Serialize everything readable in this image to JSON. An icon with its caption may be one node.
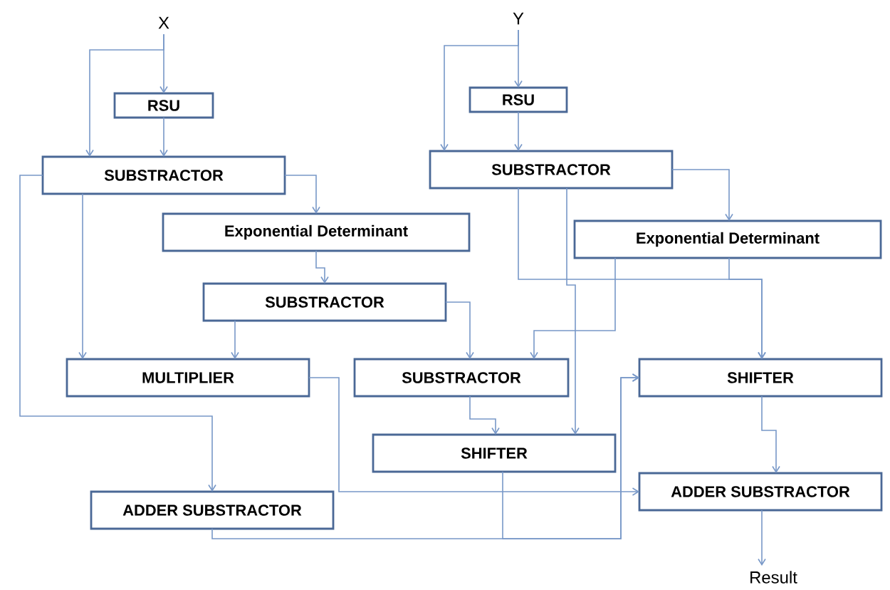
{
  "diagram": {
    "nodes": [
      {
        "text": [
          "X"
        ]
      },
      {
        "text": [
          "RSU"
        ]
      },
      {
        "text": [
          "SUBSTRACTOR"
        ]
      },
      {
        "text": [
          "Exponential Determinant"
        ]
      },
      {
        "text": [
          "SUBSTRACTOR"
        ]
      },
      {
        "text": [
          "MULTIPLIER"
        ]
      },
      {
        "text": [
          "ADDER SUBSTRACTOR"
        ]
      },
      {
        "text": [
          "Y"
        ]
      },
      {
        "text": [
          "RSU"
        ]
      },
      {
        "text": [
          "SUBSTRACTOR"
        ]
      },
      {
        "text": [
          "Exponential Determinant"
        ]
      },
      {
        "text": [
          "SUBSTRACTOR"
        ]
      },
      {
        "text": [
          "SHIFTER"
        ]
      },
      {
        "text": [
          "SHIFTER"
        ]
      },
      {
        "text": [
          "ADDER SUBSTRACTOR"
        ]
      },
      {
        "text": [
          "Result"
        ]
      }
    ],
    "edges": [
      {
        "from": 0,
        "to": 1,
        "arrow": "to"
      },
      {
        "from": 0,
        "to": 2,
        "arrow": "to"
      },
      {
        "from": 1,
        "to": 2,
        "arrow": "to"
      },
      {
        "from": 2,
        "to": 3,
        "arrow": "to"
      },
      {
        "from": 2,
        "to": 5,
        "arrow": "to"
      },
      {
        "from": 2,
        "to": 6,
        "arrow": "to"
      },
      {
        "from": 3,
        "to": 4,
        "arrow": "to"
      },
      {
        "from": 4,
        "to": 5,
        "arrow": "to"
      },
      {
        "from": 5,
        "to": 14,
        "arrow": "to"
      },
      {
        "from": 6,
        "to": 13,
        "arrow": "to"
      },
      {
        "from": 12,
        "to": 13,
        "arrow": "to"
      },
      {
        "from": 7,
        "to": 8,
        "arrow": "to"
      },
      {
        "from": 7,
        "to": 9,
        "arrow": "to"
      },
      {
        "from": 8,
        "to": 9,
        "arrow": "to"
      },
      {
        "from": 9,
        "to": 10,
        "arrow": "to"
      },
      {
        "from": 9,
        "to": 13,
        "arrow": "to"
      },
      {
        "from": 10,
        "to": 13,
        "arrow": "to"
      },
      {
        "from": 9,
        "to": 12,
        "arrow": "to"
      },
      {
        "from": 10,
        "to": 11,
        "arrow": "to"
      },
      {
        "from": 4,
        "to": 11,
        "arrow": "to"
      },
      {
        "from": 11,
        "to": 12,
        "arrow": "to"
      },
      {
        "from": 13,
        "to": 14,
        "arrow": "to"
      },
      {
        "from": 14,
        "to": 15,
        "arrow": "to"
      }
    ]
  }
}
